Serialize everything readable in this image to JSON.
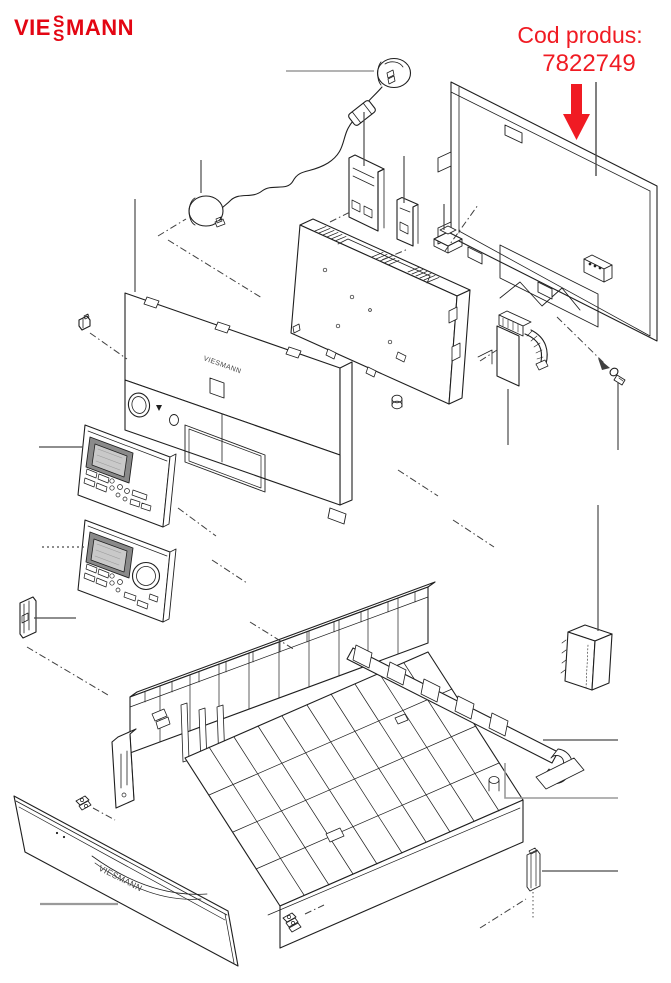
{
  "brand": {
    "logo_prefix": "VIE",
    "logo_double_s_top": "S",
    "logo_double_s_bottom": "S",
    "logo_suffix": "MANN",
    "logo_color": "#e30613"
  },
  "callout": {
    "label": "Cod produs:",
    "code": "7822749",
    "color": "#f01b23"
  },
  "diagram": {
    "embossed_logo_front_housing": "VIESMANN",
    "embossed_logo_front_cover": "VIESMANN",
    "line_color": "#1f1f1f",
    "leader_color": "#4a4a4a",
    "muted_leader_color": "#9a9a9a",
    "parts": [
      "cable-plug-assembly",
      "round-plug-connector",
      "inline-connector",
      "sensor-plug",
      "rear-housing-panel",
      "expansion-board-left",
      "expansion-board-right",
      "mounting-bracket",
      "terminal-connector-block",
      "main-electronics-module",
      "front-housing",
      "control-panel-upper",
      "control-panel-lower",
      "retaining-clip",
      "fuse-holder-clip",
      "ribbon-cable-connector",
      "fixing-screw",
      "terminal-chassis",
      "cable-guide-rail",
      "foam-pad",
      "front-cover-flap",
      "hinge-clip-left",
      "hinge-clip-middle",
      "hinge-clip-right"
    ]
  }
}
